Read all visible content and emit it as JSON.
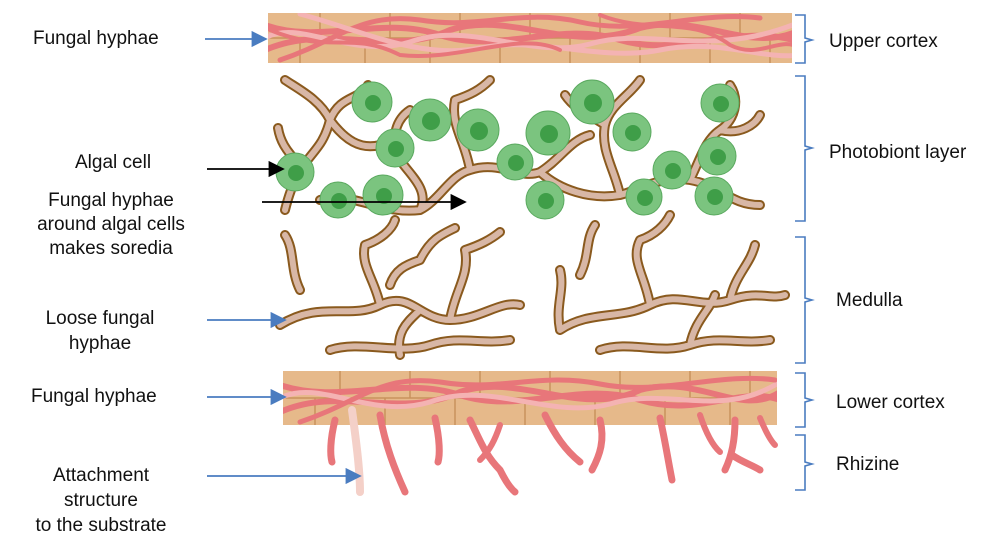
{
  "left_labels": {
    "upper_hyphae": "Fungal hyphae",
    "algal_cell": "Algal cell",
    "soredia": [
      "Fungal hyphae",
      "around algal cells",
      "makes soredia"
    ],
    "loose_hyphae": [
      "Loose fungal",
      "hyphae"
    ],
    "lower_hyphae": "Fungal hyphae",
    "attachment": [
      "Attachment",
      "structure",
      "to the substrate"
    ]
  },
  "right_labels": {
    "upper_cortex": "Upper cortex",
    "photobiont_layer": "Photobiont layer",
    "medulla": "Medulla",
    "lower_cortex": "Lower cortex",
    "rhizine": "Rhizine"
  },
  "colors": {
    "cortex_fill": "#e6b98a",
    "cortex_line": "#c8925c",
    "hypha_red": "#e8767a",
    "hypha_pink": "#f4b3b3",
    "hypha_tan": "#d8b7a6",
    "hypha_outline": "#8a5a1e",
    "algal_outer": "#7bc47f",
    "algal_inner": "#3f9e48",
    "arrow_blue": "#4a7cc0",
    "arrow_black": "#000000",
    "bracket": "#4a7cc0"
  }
}
